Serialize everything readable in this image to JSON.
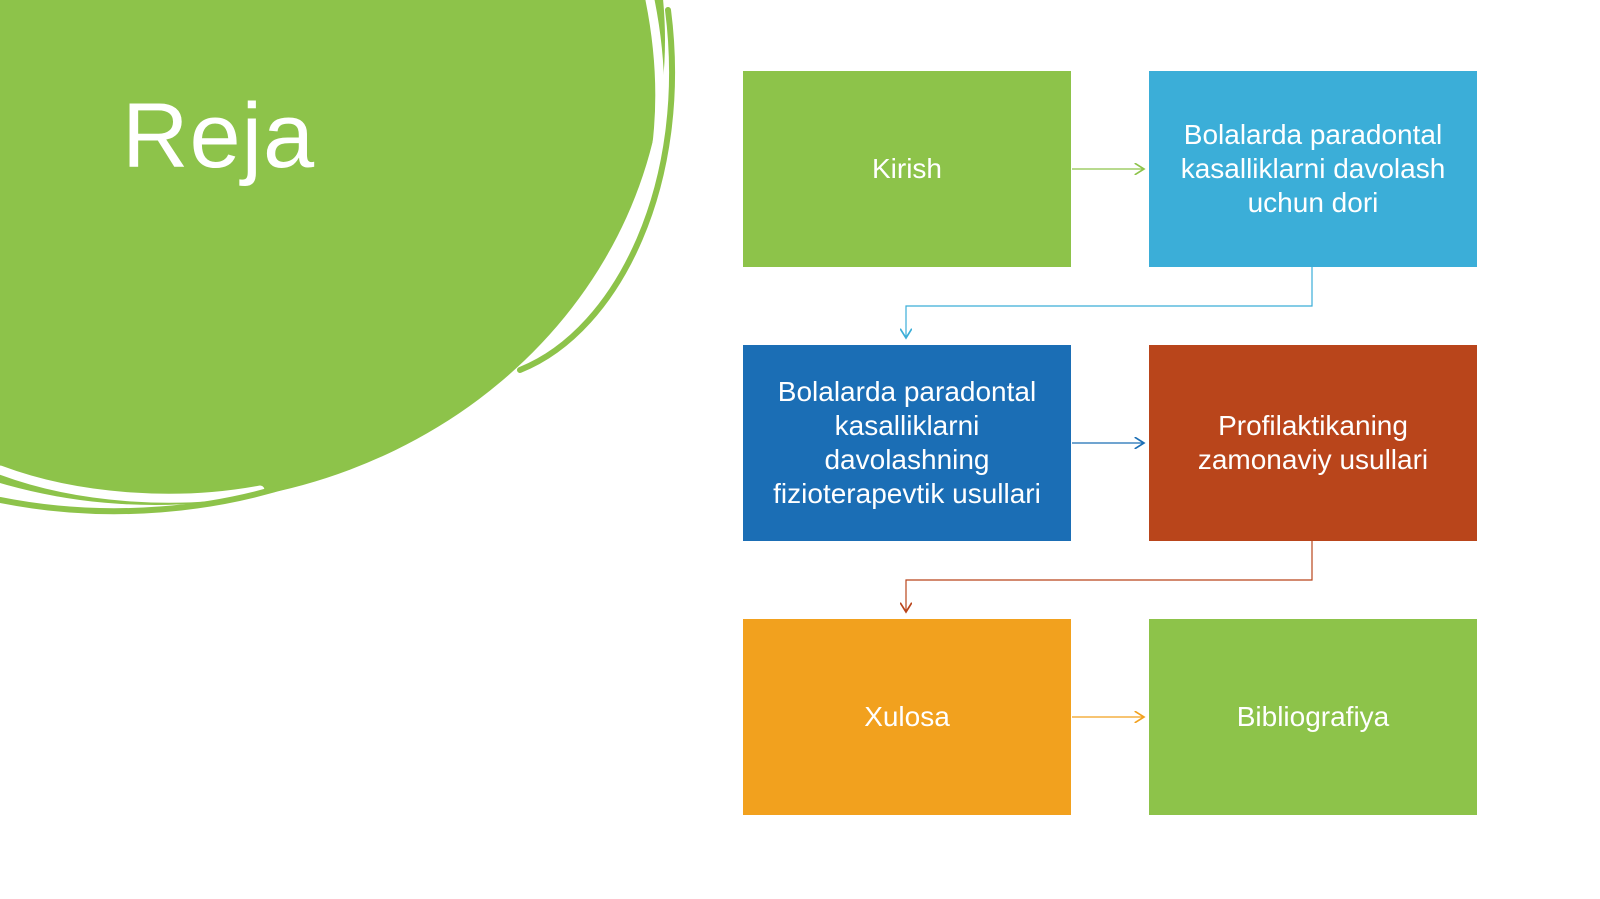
{
  "slide": {
    "title": "Reja"
  },
  "colors": {
    "circle": "#8dc34a",
    "green": "#8dc34a",
    "cyan": "#3baed8",
    "blue": "#1b6eb5",
    "rust": "#b9451b",
    "orange": "#f2a11e"
  },
  "flow": {
    "steps": [
      {
        "label": "Kirish",
        "color": "#8dc34a"
      },
      {
        "label": "Bolalarda paradontal kasalliklarni davolash uchun dori",
        "color": "#3baed8"
      },
      {
        "label": "Bolalarda paradontal kasalliklarni davolashning fizioterapevtik usullari",
        "color": "#1b6eb5"
      },
      {
        "label": "Profilaktikaning zamonaviy usullari",
        "color": "#b9451b"
      },
      {
        "label": "Xulosa",
        "color": "#f2a11e"
      },
      {
        "label": "Bibliografiya",
        "color": "#8dc34a"
      }
    ]
  }
}
